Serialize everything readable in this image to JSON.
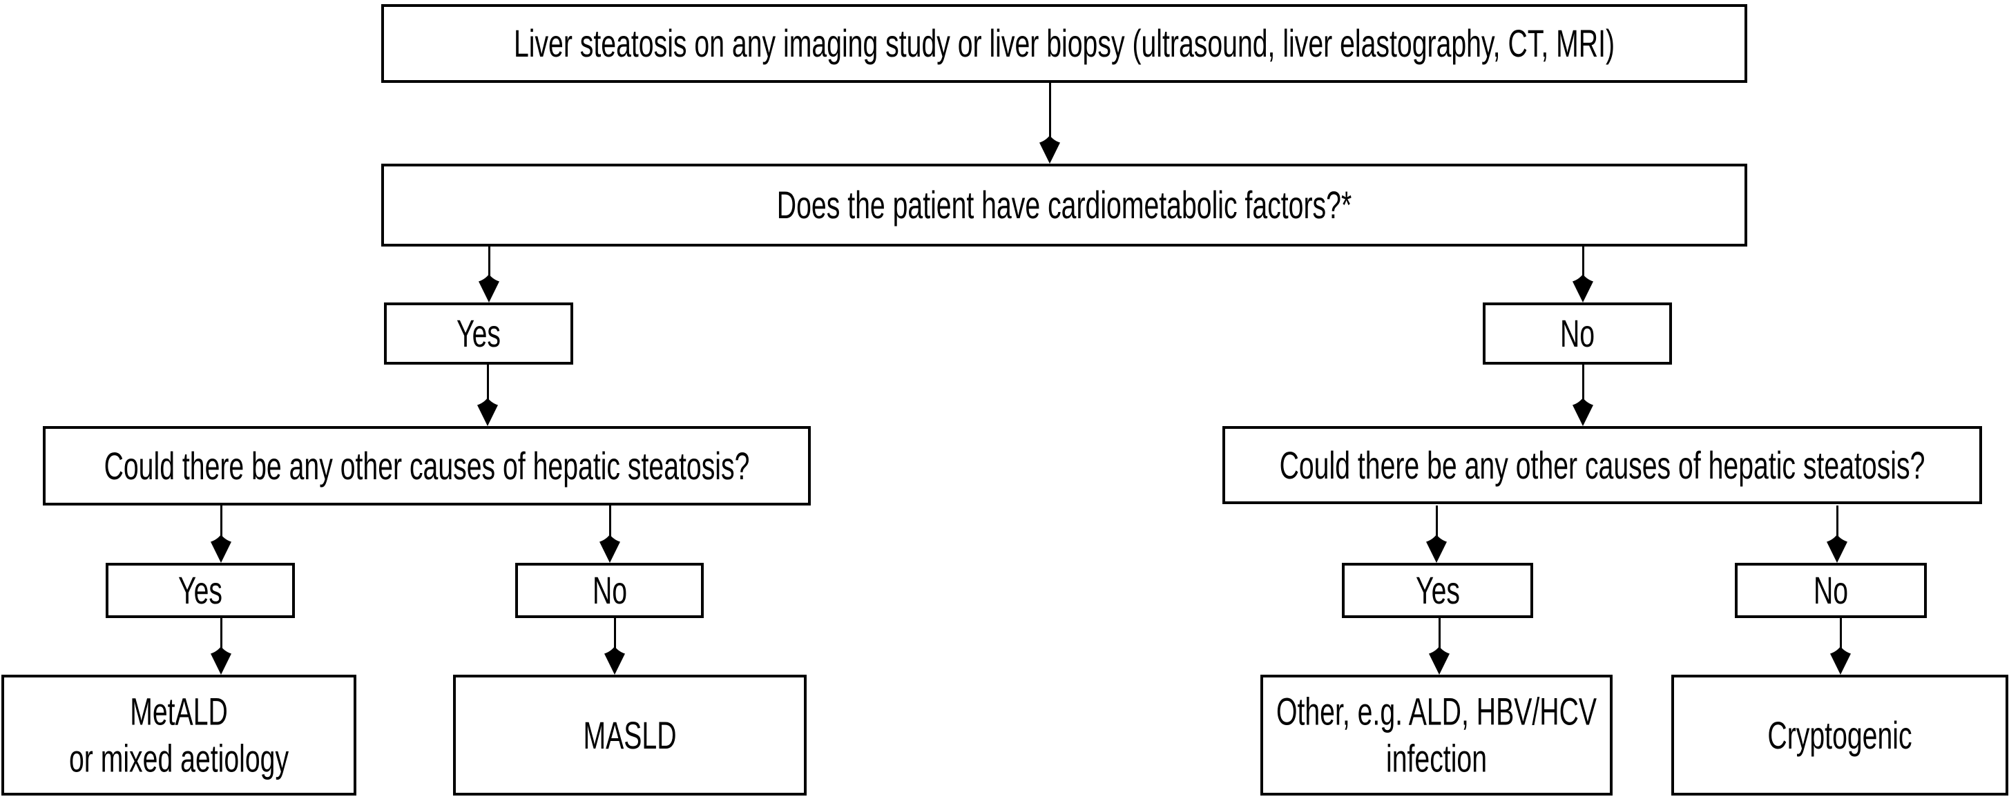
{
  "figure": {
    "type": "flowchart",
    "background_color": "#ffffff",
    "line_color": "#000000",
    "text_color": "#000000"
  },
  "nodes": {
    "root": {
      "label": "Liver steatosis on any imaging study or liver biopsy (ultrasound, liver elastography, CT, MRI)"
    },
    "cardiometabolic": {
      "label": "Does the patient have cardiometabolic factors?*"
    },
    "cm_yes": {
      "label": "Yes"
    },
    "cm_no": {
      "label": "No"
    },
    "other_causes_left": {
      "label": "Could there be any other causes of hepatic steatosis?"
    },
    "other_causes_right": {
      "label": "Could there be any other causes of hepatic steatosis?"
    },
    "oc_left_yes": {
      "label": "Yes"
    },
    "oc_left_no": {
      "label": "No"
    },
    "oc_right_yes": {
      "label": "Yes"
    },
    "oc_right_no": {
      "label": "No"
    },
    "metald": {
      "label": "MetALD\nor mixed aetiology"
    },
    "masld": {
      "label": "MASLD"
    },
    "other_aetiology": {
      "label": "Other, e.g. ALD, HBV/HCV\ninfection"
    },
    "cryptogenic": {
      "label": "Cryptogenic"
    }
  },
  "edges": [
    {
      "from": "root",
      "to": "cardiometabolic"
    },
    {
      "from": "cardiometabolic",
      "to": "cm_yes"
    },
    {
      "from": "cardiometabolic",
      "to": "cm_no"
    },
    {
      "from": "cm_yes",
      "to": "other_causes_left"
    },
    {
      "from": "cm_no",
      "to": "other_causes_right"
    },
    {
      "from": "other_causes_left",
      "to": "oc_left_yes"
    },
    {
      "from": "other_causes_left",
      "to": "oc_left_no"
    },
    {
      "from": "oc_left_yes",
      "to": "metald"
    },
    {
      "from": "oc_left_no",
      "to": "masld"
    },
    {
      "from": "other_causes_right",
      "to": "oc_right_yes"
    },
    {
      "from": "other_causes_right",
      "to": "oc_right_no"
    },
    {
      "from": "oc_right_yes",
      "to": "other_aetiology"
    },
    {
      "from": "oc_right_no",
      "to": "cryptogenic"
    }
  ]
}
